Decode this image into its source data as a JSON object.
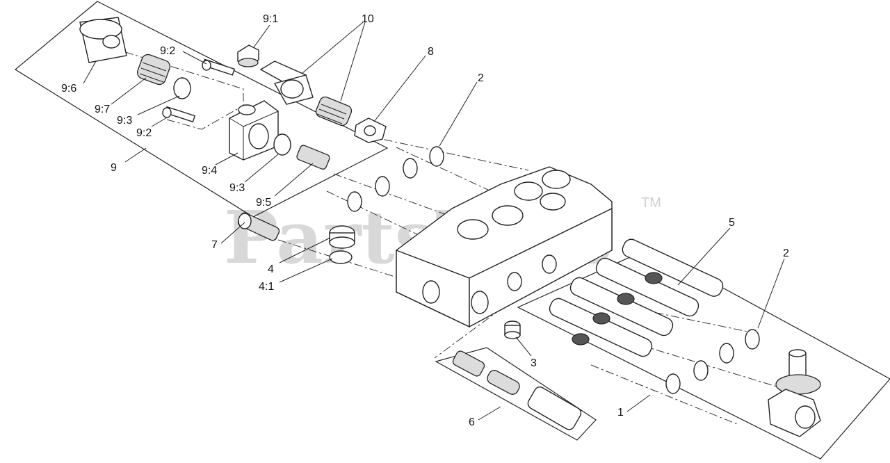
{
  "watermark": {
    "text": "PartsTree",
    "trademark": "TM"
  },
  "callouts": [
    {
      "id": "c-9-1",
      "text": "9:1"
    },
    {
      "id": "c-10",
      "text": "10"
    },
    {
      "id": "c-8",
      "text": "8"
    },
    {
      "id": "c-2-top",
      "text": "2"
    },
    {
      "id": "c-9-2-top",
      "text": "9:2"
    },
    {
      "id": "c-9-6",
      "text": "9:6"
    },
    {
      "id": "c-9-7",
      "text": "9:7"
    },
    {
      "id": "c-9-3-left",
      "text": "9:3"
    },
    {
      "id": "c-9-2-low",
      "text": "9:2"
    },
    {
      "id": "c-9",
      "text": "9"
    },
    {
      "id": "c-9-4",
      "text": "9:4"
    },
    {
      "id": "c-9-3-low",
      "text": "9:3"
    },
    {
      "id": "c-9-5",
      "text": "9:5"
    },
    {
      "id": "c-7",
      "text": "7"
    },
    {
      "id": "c-4",
      "text": "4"
    },
    {
      "id": "c-4-1",
      "text": "4:1"
    },
    {
      "id": "c-5",
      "text": "5"
    },
    {
      "id": "c-2-right",
      "text": "2"
    },
    {
      "id": "c-3",
      "text": "3"
    },
    {
      "id": "c-6",
      "text": "6"
    },
    {
      "id": "c-1",
      "text": "1"
    }
  ]
}
